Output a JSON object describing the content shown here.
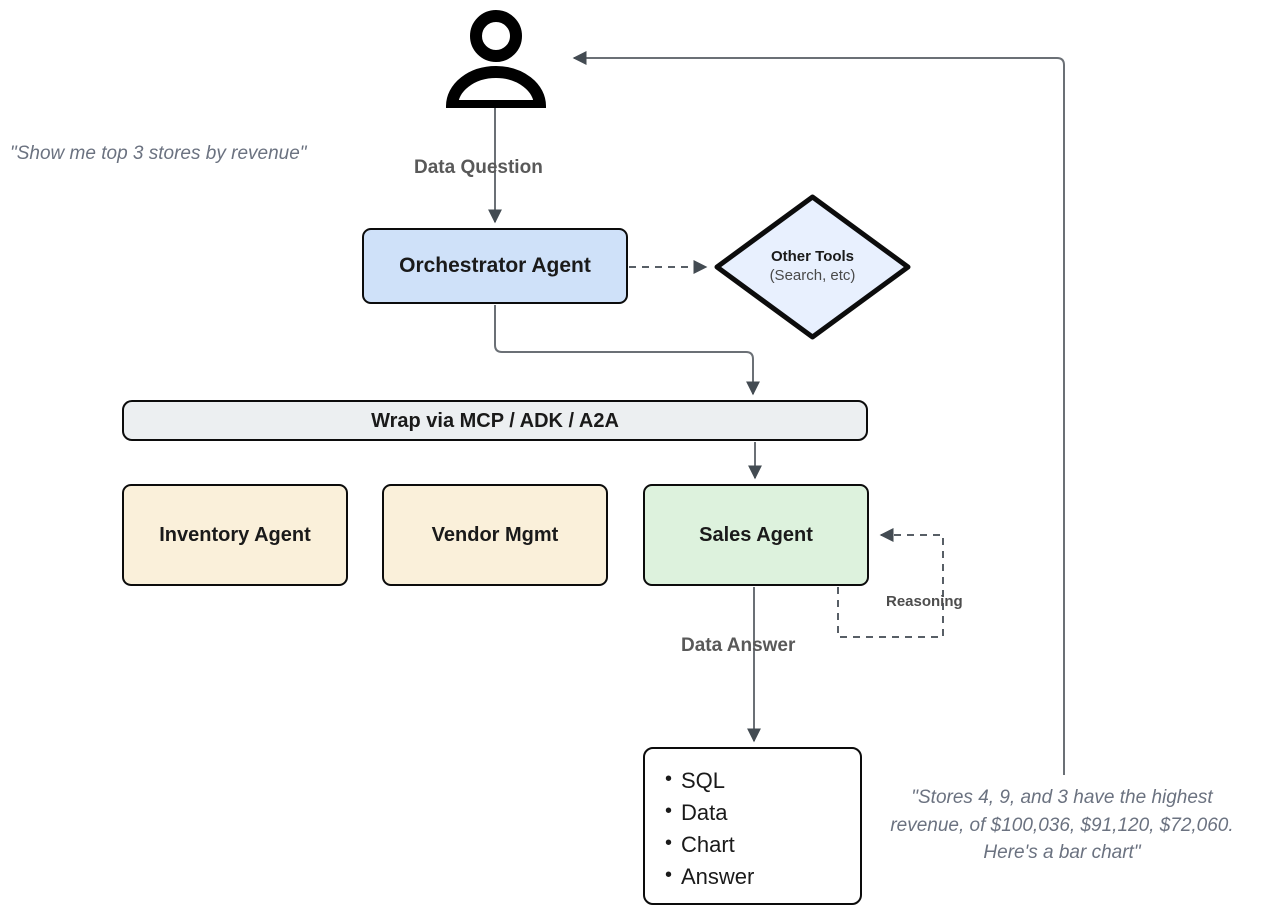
{
  "diagram": {
    "title": "Agentic data analytics flow",
    "colors": {
      "orchestrator_fill": "#cfe1f9",
      "tools_fill": "#e8f0fe",
      "wrap_fill": "#eceff1",
      "agent_fill": "#faf0da",
      "sales_fill": "#ddf2dd",
      "output_fill": "#ffffff",
      "stroke": "#0c0c0c",
      "wire": "#555c63",
      "label_text": "#595959",
      "quote_text": "#6b7280"
    },
    "actor": {
      "icon": "person-icon",
      "quote": "\"Show me top 3 stores by revenue\""
    },
    "nodes": {
      "orchestrator": "Orchestrator Agent",
      "other_tools_line1": "Other Tools",
      "other_tools_line2": "(Search, etc)",
      "wrap": "Wrap via MCP / ADK / A2A",
      "inventory_agent": "Inventory Agent",
      "vendor_mgmt": "Vendor Mgmt",
      "sales_agent": "Sales Agent"
    },
    "output_box": {
      "items": [
        "SQL",
        "Data",
        "Chart",
        "Answer"
      ]
    },
    "edges": {
      "data_question": "Data Question",
      "data_answer": "Data Answer",
      "reasoning": "Reasoning"
    },
    "answer_quote": {
      "line1": "\"Stores 4, 9, and 3 have the highest",
      "line2": "revenue, of $100,036, $91,120, $72,060.",
      "line3": "Here's a bar chart\""
    }
  }
}
